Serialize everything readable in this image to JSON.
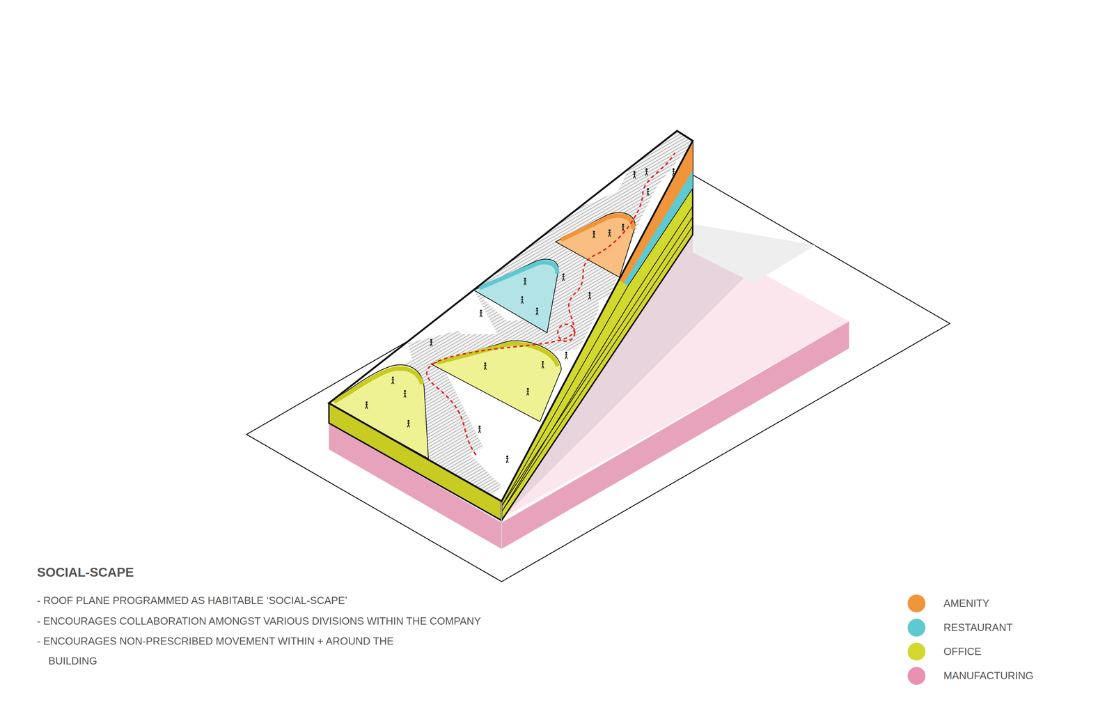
{
  "diagram": {
    "title": "SOCIAL-SCAPE",
    "labels": [
      "- ROOF PLANE PROGRAMMED AS HABITABLE ‘SOCIAL-SCAPE’",
      "- ENCOURAGES COLLABORATION AMONGST VARIOUS DIVISIONS WITHIN THE COMPANY",
      "- ENCOURAGES NON-PRESCRIBED MOVEMENT WITHIN + AROUND THE BUILDING"
    ],
    "legend": [
      {
        "text": "AMENITY",
        "color": "#f0953a"
      },
      {
        "text": "RESTAURANT",
        "color": "#5fc8d0"
      },
      {
        "text": "OFFICE",
        "color": "#d2d92c"
      },
      {
        "text": "MANUFACTURING",
        "color": "#e891b0"
      }
    ]
  }
}
